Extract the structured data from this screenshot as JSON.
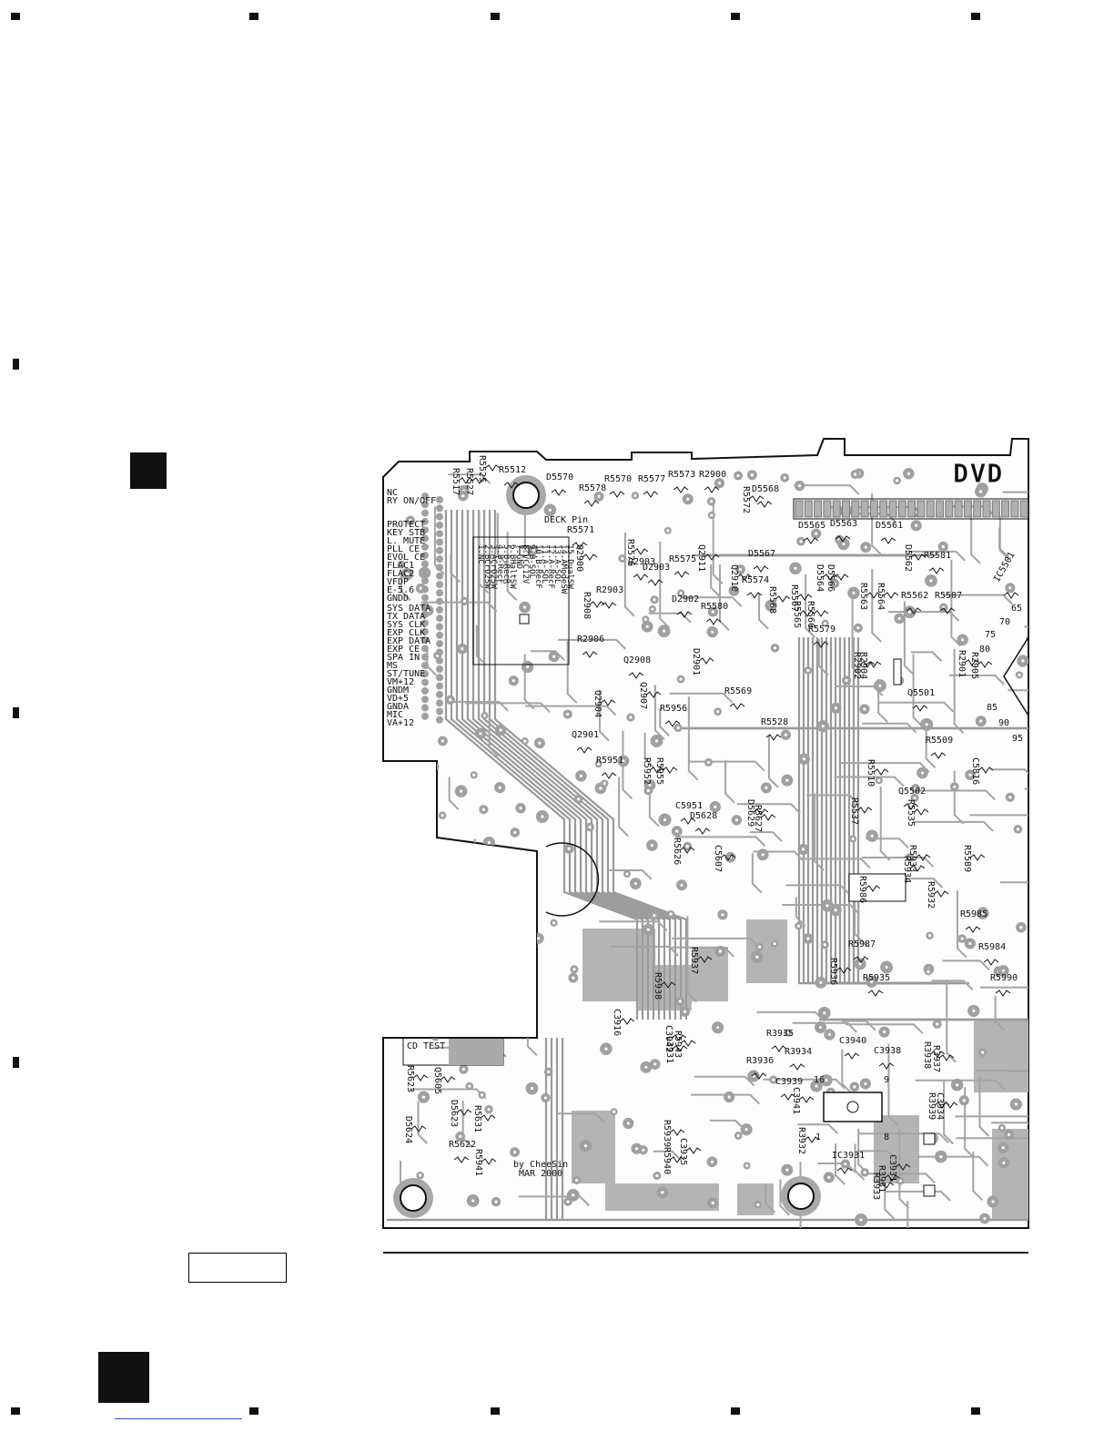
{
  "pcb": {
    "title": "DVD",
    "side_labels": [
      "NC",
      "RY ON/OFF",
      "PROTECT",
      "KEY STB",
      "L. MUTE",
      "PLL CE",
      "EVOL CE",
      "FLAC1",
      "FLAC2",
      "VFDP",
      "E-5.6",
      "GNDD",
      "SYS DATA",
      "TX DATA",
      "SYS CLK",
      "EXP CLK",
      "EXP DATA",
      "EXP CE",
      "SPA IN",
      "MS",
      "ST/TUNE",
      "VM+12",
      "GNDM",
      "VD+5",
      "GNDA",
      "MIC",
      "VA+12"
    ],
    "connector_labels": [
      "1.NC",
      "2.BCrO2SW",
      "3.ACrO2SW",
      "4.B-RecF",
      "5.B-RecR",
      "6.BHaltSW",
      "7.GND",
      "8.VCC12V",
      "9.B-SOL",
      "10.B-RecF",
      "11.A-SOL",
      "12.A-RecF",
      "13.A-SOL",
      "14.AModeSW",
      "15.DualSW"
    ],
    "deck_label": "DECK Pin",
    "cd_test": "CD TEST",
    "credit_line1": "by CheeSin",
    "credit_line2": "MAR 2000",
    "refs": [
      {
        "t": "R5517",
        "rot": 90
      },
      {
        "t": "R5527",
        "rot": 90
      },
      {
        "t": "R5525",
        "rot": 90
      },
      {
        "t": "R5512",
        "rot": 0
      },
      {
        "t": "D5570",
        "rot": 0
      },
      {
        "t": "R5578",
        "rot": 0
      },
      {
        "t": "R5570",
        "rot": 0
      },
      {
        "t": "R5577",
        "rot": 0
      },
      {
        "t": "R5573",
        "rot": 0
      },
      {
        "t": "R2900",
        "rot": 0
      },
      {
        "t": "D5568",
        "rot": 0
      },
      {
        "t": "R5572",
        "rot": 90
      },
      {
        "t": "R5571",
        "rot": 0
      },
      {
        "t": "Q2900",
        "rot": 90
      },
      {
        "t": "R5576",
        "rot": 90
      },
      {
        "t": "Q2903",
        "rot": 0
      },
      {
        "t": "D2903",
        "rot": 0
      },
      {
        "t": "R5575",
        "rot": 0
      },
      {
        "t": "Q2911",
        "rot": 90
      },
      {
        "t": "R2903",
        "rot": 0
      },
      {
        "t": "D2902",
        "rot": 0
      },
      {
        "t": "R5574",
        "rot": 0
      },
      {
        "t": "Q2910",
        "rot": 90
      },
      {
        "t": "R2908",
        "rot": 90
      },
      {
        "t": "R5580",
        "rot": 0
      },
      {
        "t": "R2906",
        "rot": 0
      },
      {
        "t": "Q2908",
        "rot": 0
      },
      {
        "t": "D2901",
        "rot": 90
      },
      {
        "t": "D5565",
        "rot": 0
      },
      {
        "t": "D5563",
        "rot": 0
      },
      {
        "t": "D5561",
        "rot": 0
      },
      {
        "t": "D5567",
        "rot": 0
      },
      {
        "t": "D5564",
        "rot": 90
      },
      {
        "t": "D5566",
        "rot": 90
      },
      {
        "t": "R5568",
        "rot": 90
      },
      {
        "t": "R5567",
        "rot": 90
      },
      {
        "t": "R5565",
        "rot": 90
      },
      {
        "t": "R5566",
        "rot": 90
      },
      {
        "t": "R5563",
        "rot": 90
      },
      {
        "t": "R5564",
        "rot": 90
      },
      {
        "t": "D5562",
        "rot": 90
      },
      {
        "t": "R5581",
        "rot": 0
      },
      {
        "t": "R5562",
        "rot": 0
      },
      {
        "t": "R5507",
        "rot": 0
      },
      {
        "t": "IC5501",
        "rot": -60
      },
      {
        "t": "R5579",
        "rot": 0
      },
      {
        "t": "R5569",
        "rot": 0
      },
      {
        "t": "Q2907",
        "rot": 90
      },
      {
        "t": "Q2904",
        "rot": 90
      },
      {
        "t": "R5956",
        "rot": 0
      },
      {
        "t": "R5528",
        "rot": 0
      },
      {
        "t": "Q2901",
        "rot": 0
      },
      {
        "t": "R5951",
        "rot": 0
      },
      {
        "t": "R5952",
        "rot": 90
      },
      {
        "t": "R5955",
        "rot": 90
      },
      {
        "t": "R2904",
        "rot": 90
      },
      {
        "t": "R2901",
        "rot": 90
      },
      {
        "t": "Q5501",
        "rot": 0
      },
      {
        "t": "R2902",
        "rot": 90
      },
      {
        "t": "R2905",
        "rot": 90
      },
      {
        "t": "R5509",
        "rot": 0
      },
      {
        "t": "C5816",
        "rot": 90
      },
      {
        "t": "R5510",
        "rot": 90
      },
      {
        "t": "Q5502",
        "rot": 0
      },
      {
        "t": "C5951",
        "rot": 0
      },
      {
        "t": "D5628",
        "rot": 0
      },
      {
        "t": "D5629",
        "rot": 90
      },
      {
        "t": "R5627",
        "rot": 90
      },
      {
        "t": "R5537",
        "rot": 90
      },
      {
        "t": "R5535",
        "rot": 90
      },
      {
        "t": "R5626",
        "rot": 90
      },
      {
        "t": "C5607",
        "rot": 90
      },
      {
        "t": "R5933",
        "rot": 90
      },
      {
        "t": "R5589",
        "rot": 90
      },
      {
        "t": "R5986",
        "rot": 90
      },
      {
        "t": "R5934",
        "rot": 90
      },
      {
        "t": "R5932",
        "rot": 90
      },
      {
        "t": "R5985",
        "rot": 0
      },
      {
        "t": "R5987",
        "rot": 0
      },
      {
        "t": "R5984",
        "rot": 0
      },
      {
        "t": "R5937",
        "rot": 90
      },
      {
        "t": "R5938",
        "rot": 90
      },
      {
        "t": "R5936",
        "rot": 90
      },
      {
        "t": "R5935",
        "rot": 0
      },
      {
        "t": "R5990",
        "rot": 0
      },
      {
        "t": "C3916",
        "rot": 90
      },
      {
        "t": "C3942",
        "rot": 90
      },
      {
        "t": "R5943",
        "rot": 90
      },
      {
        "t": "L3931",
        "rot": 90
      },
      {
        "t": "R3935",
        "rot": 0
      },
      {
        "t": "C3940",
        "rot": 0
      },
      {
        "t": "R3934",
        "rot": 0
      },
      {
        "t": "C3938",
        "rot": 0
      },
      {
        "t": "R3937",
        "rot": 90
      },
      {
        "t": "R3938",
        "rot": 90
      },
      {
        "t": "R3936",
        "rot": 0
      },
      {
        "t": "C3939",
        "rot": 0
      },
      {
        "t": "C3941",
        "rot": 90
      },
      {
        "t": "R3939",
        "rot": 90
      },
      {
        "t": "C3934",
        "rot": 90
      },
      {
        "t": "R5939",
        "rot": 90
      },
      {
        "t": "C3935",
        "rot": 90
      },
      {
        "t": "R5940",
        "rot": 90
      },
      {
        "t": "R3932",
        "rot": 90
      },
      {
        "t": "IC3931",
        "rot": 0
      },
      {
        "t": "C3931",
        "rot": 90
      },
      {
        "t": "R3933",
        "rot": 90
      },
      {
        "t": "R3931",
        "rot": 90
      },
      {
        "t": "R5623",
        "rot": 90
      },
      {
        "t": "Q5605",
        "rot": 90
      },
      {
        "t": "D5623",
        "rot": 90
      },
      {
        "t": "R5631",
        "rot": 90
      },
      {
        "t": "D5624",
        "rot": 90
      },
      {
        "t": "R5622",
        "rot": 0
      },
      {
        "t": "R5941",
        "rot": 90
      }
    ],
    "pin_numbers": [
      "65",
      "70",
      "75",
      "80",
      "85",
      "90",
      "95",
      "16",
      "9",
      "8",
      "1"
    ]
  }
}
